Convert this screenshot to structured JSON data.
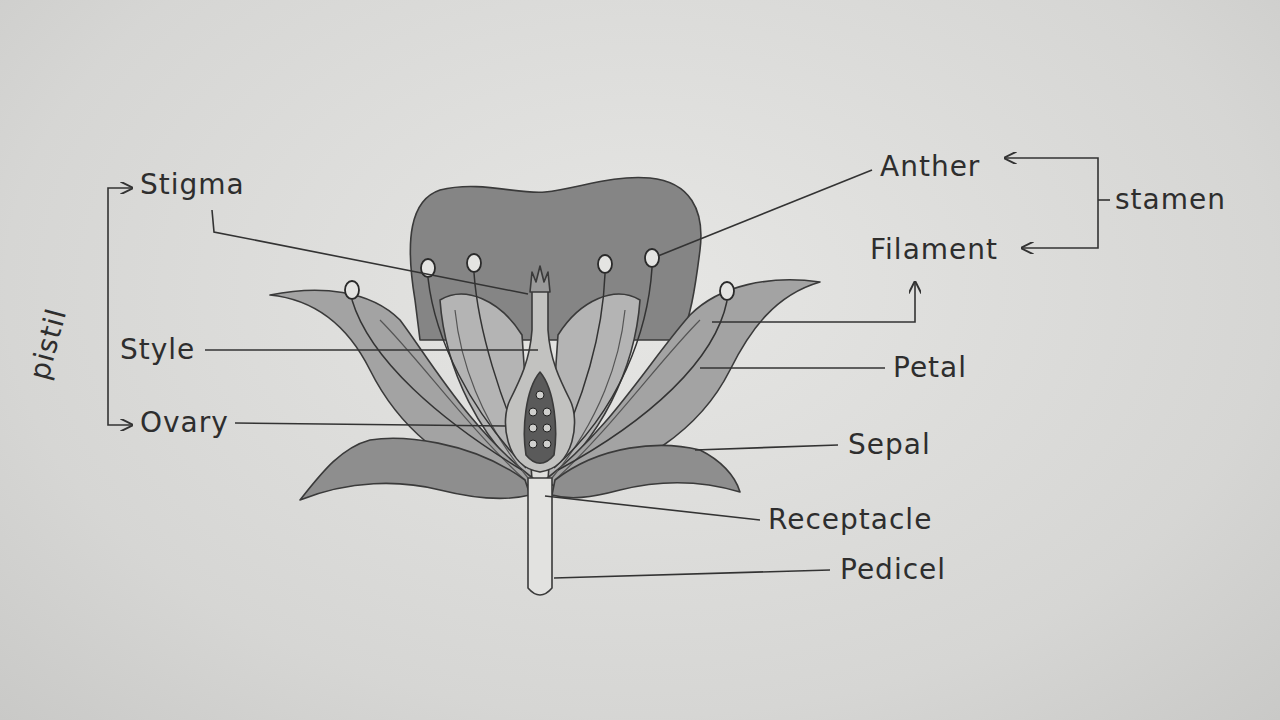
{
  "diagram": {
    "labels": [
      "Stigma",
      "pistil",
      "Style",
      "Ovary",
      "Anther",
      "Filament",
      "stamen",
      "Petal",
      "Sepal",
      "Receptacle",
      "Pedicel"
    ]
  }
}
